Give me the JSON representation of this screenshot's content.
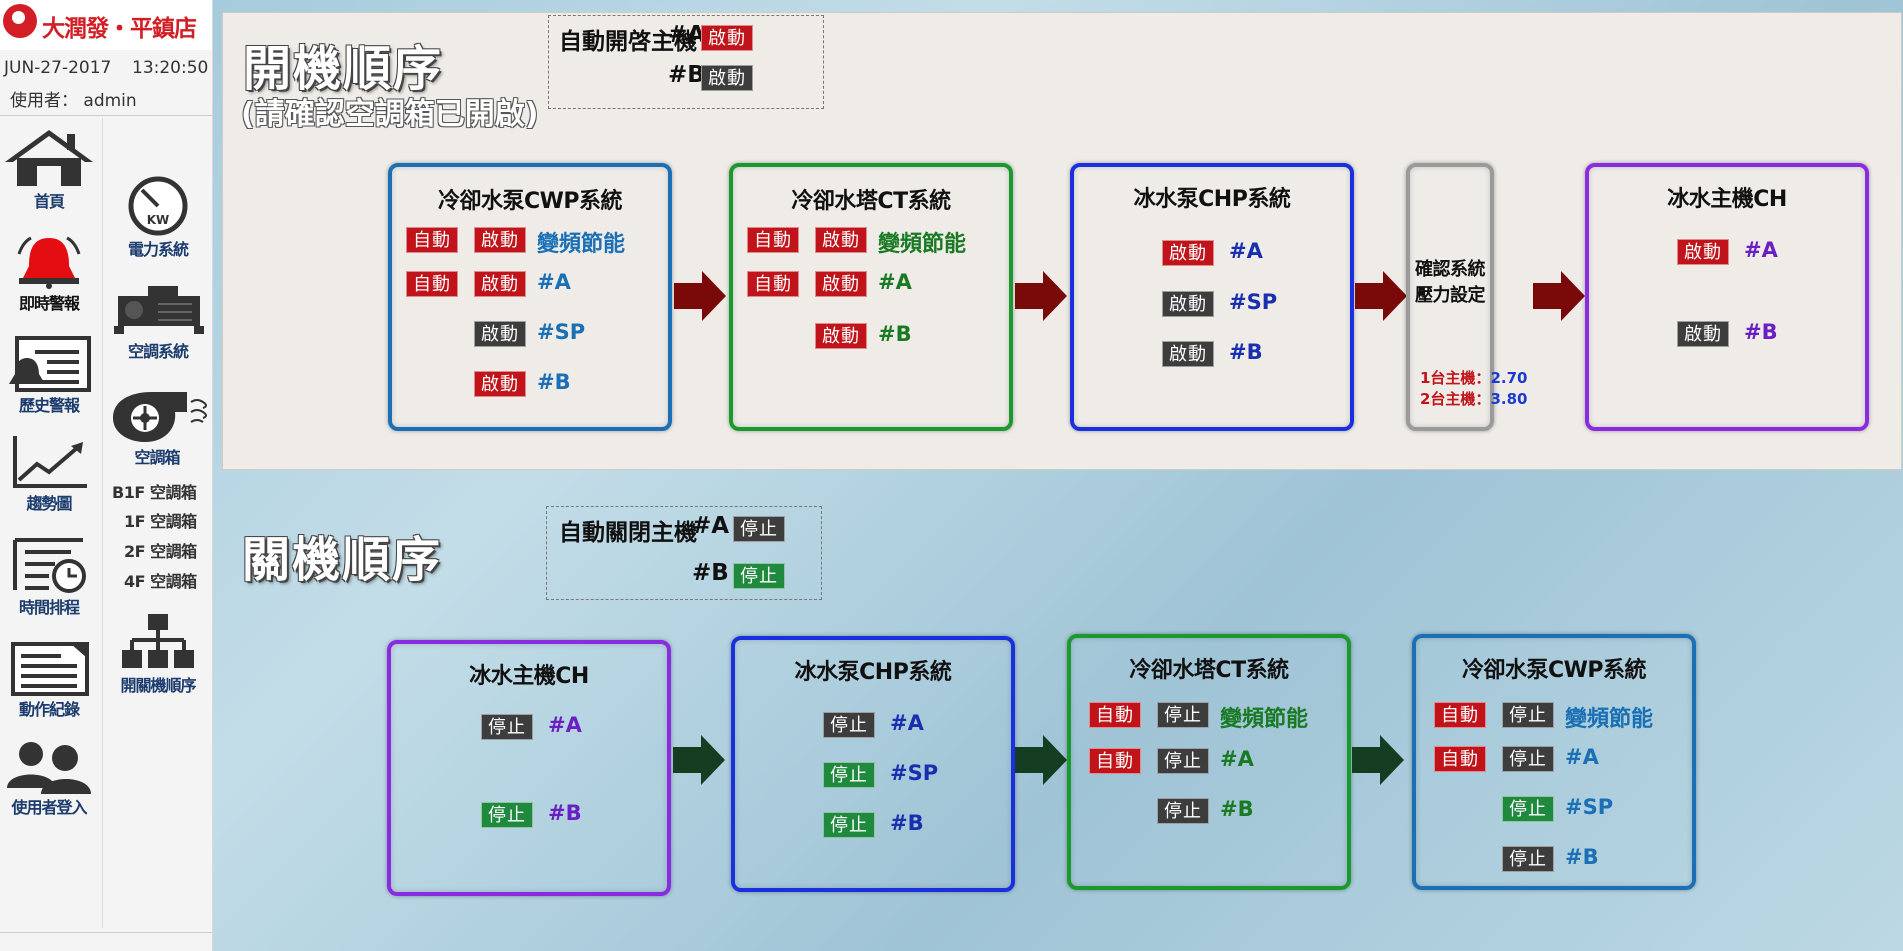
{
  "brand": {
    "name": "大潤發・平鎮店"
  },
  "header": {
    "date": "JUN-27-2017",
    "time": "13:20:50",
    "user": "使用者： admin"
  },
  "nav": {
    "home": "首頁",
    "power": "電力系統",
    "alarm": "即時警報",
    "hvac": "空調系統",
    "history": "歷史警報",
    "ahu": "空調箱",
    "trend": "趨勢圖",
    "ahu_b1f": "B1F 空調箱",
    "ahu_1f": "1F 空調箱",
    "ahu_2f": "2F 空調箱",
    "ahu_4f": "4F 空調箱",
    "schedule": "時間排程",
    "seq": "開關機順序",
    "log": "動作紀錄",
    "login": "使用者登入"
  },
  "start": {
    "title": "開機順序",
    "note": "(請確認空調箱已開啟)",
    "auto_label": "自動開啓主機",
    "auto_a_tag": "#A",
    "auto_b_tag": "#B",
    "auto_a_btn": "啟動",
    "auto_b_btn": "啟動",
    "cwp": {
      "title": "冷卻水泵CWP系統",
      "auto1": "自動",
      "start1": "啟動",
      "eco": "變頻節能",
      "auto2": "自動",
      "start2": "啟動",
      "a": "#A",
      "start_sp": "啟動",
      "sp": "#SP",
      "start_b": "啟動",
      "b": "#B"
    },
    "ct": {
      "title": "冷卻水塔CT系統",
      "auto1": "自動",
      "start1": "啟動",
      "eco": "變頻節能",
      "auto2": "自動",
      "start2": "啟動",
      "a": "#A",
      "start_b": "啟動",
      "b": "#B"
    },
    "chp": {
      "title": "冰水泵CHP系統",
      "start_a": "啟動",
      "a": "#A",
      "start_sp": "啟動",
      "sp": "#SP",
      "start_b": "啟動",
      "b": "#B"
    },
    "pressure": {
      "line1": "確認系統",
      "line2": "壓力設定",
      "one_label": "1台主機：",
      "one_val": "2.70",
      "two_label": "2台主機：",
      "two_val": "3.80"
    },
    "ch": {
      "title": "冰水主機CH",
      "start_a": "啟動",
      "a": "#A",
      "start_b": "啟動",
      "b": "#B"
    }
  },
  "stop": {
    "title": "關機順序",
    "auto_label": "自動關閉主機",
    "auto_a_tag": "#A",
    "auto_b_tag": "#B",
    "auto_a_btn": "停止",
    "auto_b_btn": "停止",
    "ch": {
      "title": "冰水主機CH",
      "stop_a": "停止",
      "a": "#A",
      "stop_b": "停止",
      "b": "#B"
    },
    "chp": {
      "title": "冰水泵CHP系統",
      "stop_a": "停止",
      "a": "#A",
      "stop_sp": "停止",
      "sp": "#SP",
      "stop_b": "停止",
      "b": "#B"
    },
    "ct": {
      "title": "冷卻水塔CT系統",
      "auto1": "自動",
      "stop1": "停止",
      "eco": "變頻節能",
      "auto2": "自動",
      "stop2": "停止",
      "a": "#A",
      "stop_b": "停止",
      "b": "#B"
    },
    "cwp": {
      "title": "冷卻水泵CWP系統",
      "auto1": "自動",
      "stop1": "停止",
      "eco": "變頻節能",
      "auto2": "自動",
      "stop2": "停止",
      "a": "#A",
      "stop_sp": "停止",
      "sp": "#SP",
      "stop_b": "停止",
      "b": "#B"
    }
  },
  "colors": {
    "cwp": "#1a6fb5",
    "ct": "#1a9a2c",
    "chp": "#1a2fe0",
    "pressure": "#9a9a9a",
    "ch": "#8a2be2",
    "start_arrow": "#7a0a0a",
    "stop_arrow": "#143d22"
  }
}
